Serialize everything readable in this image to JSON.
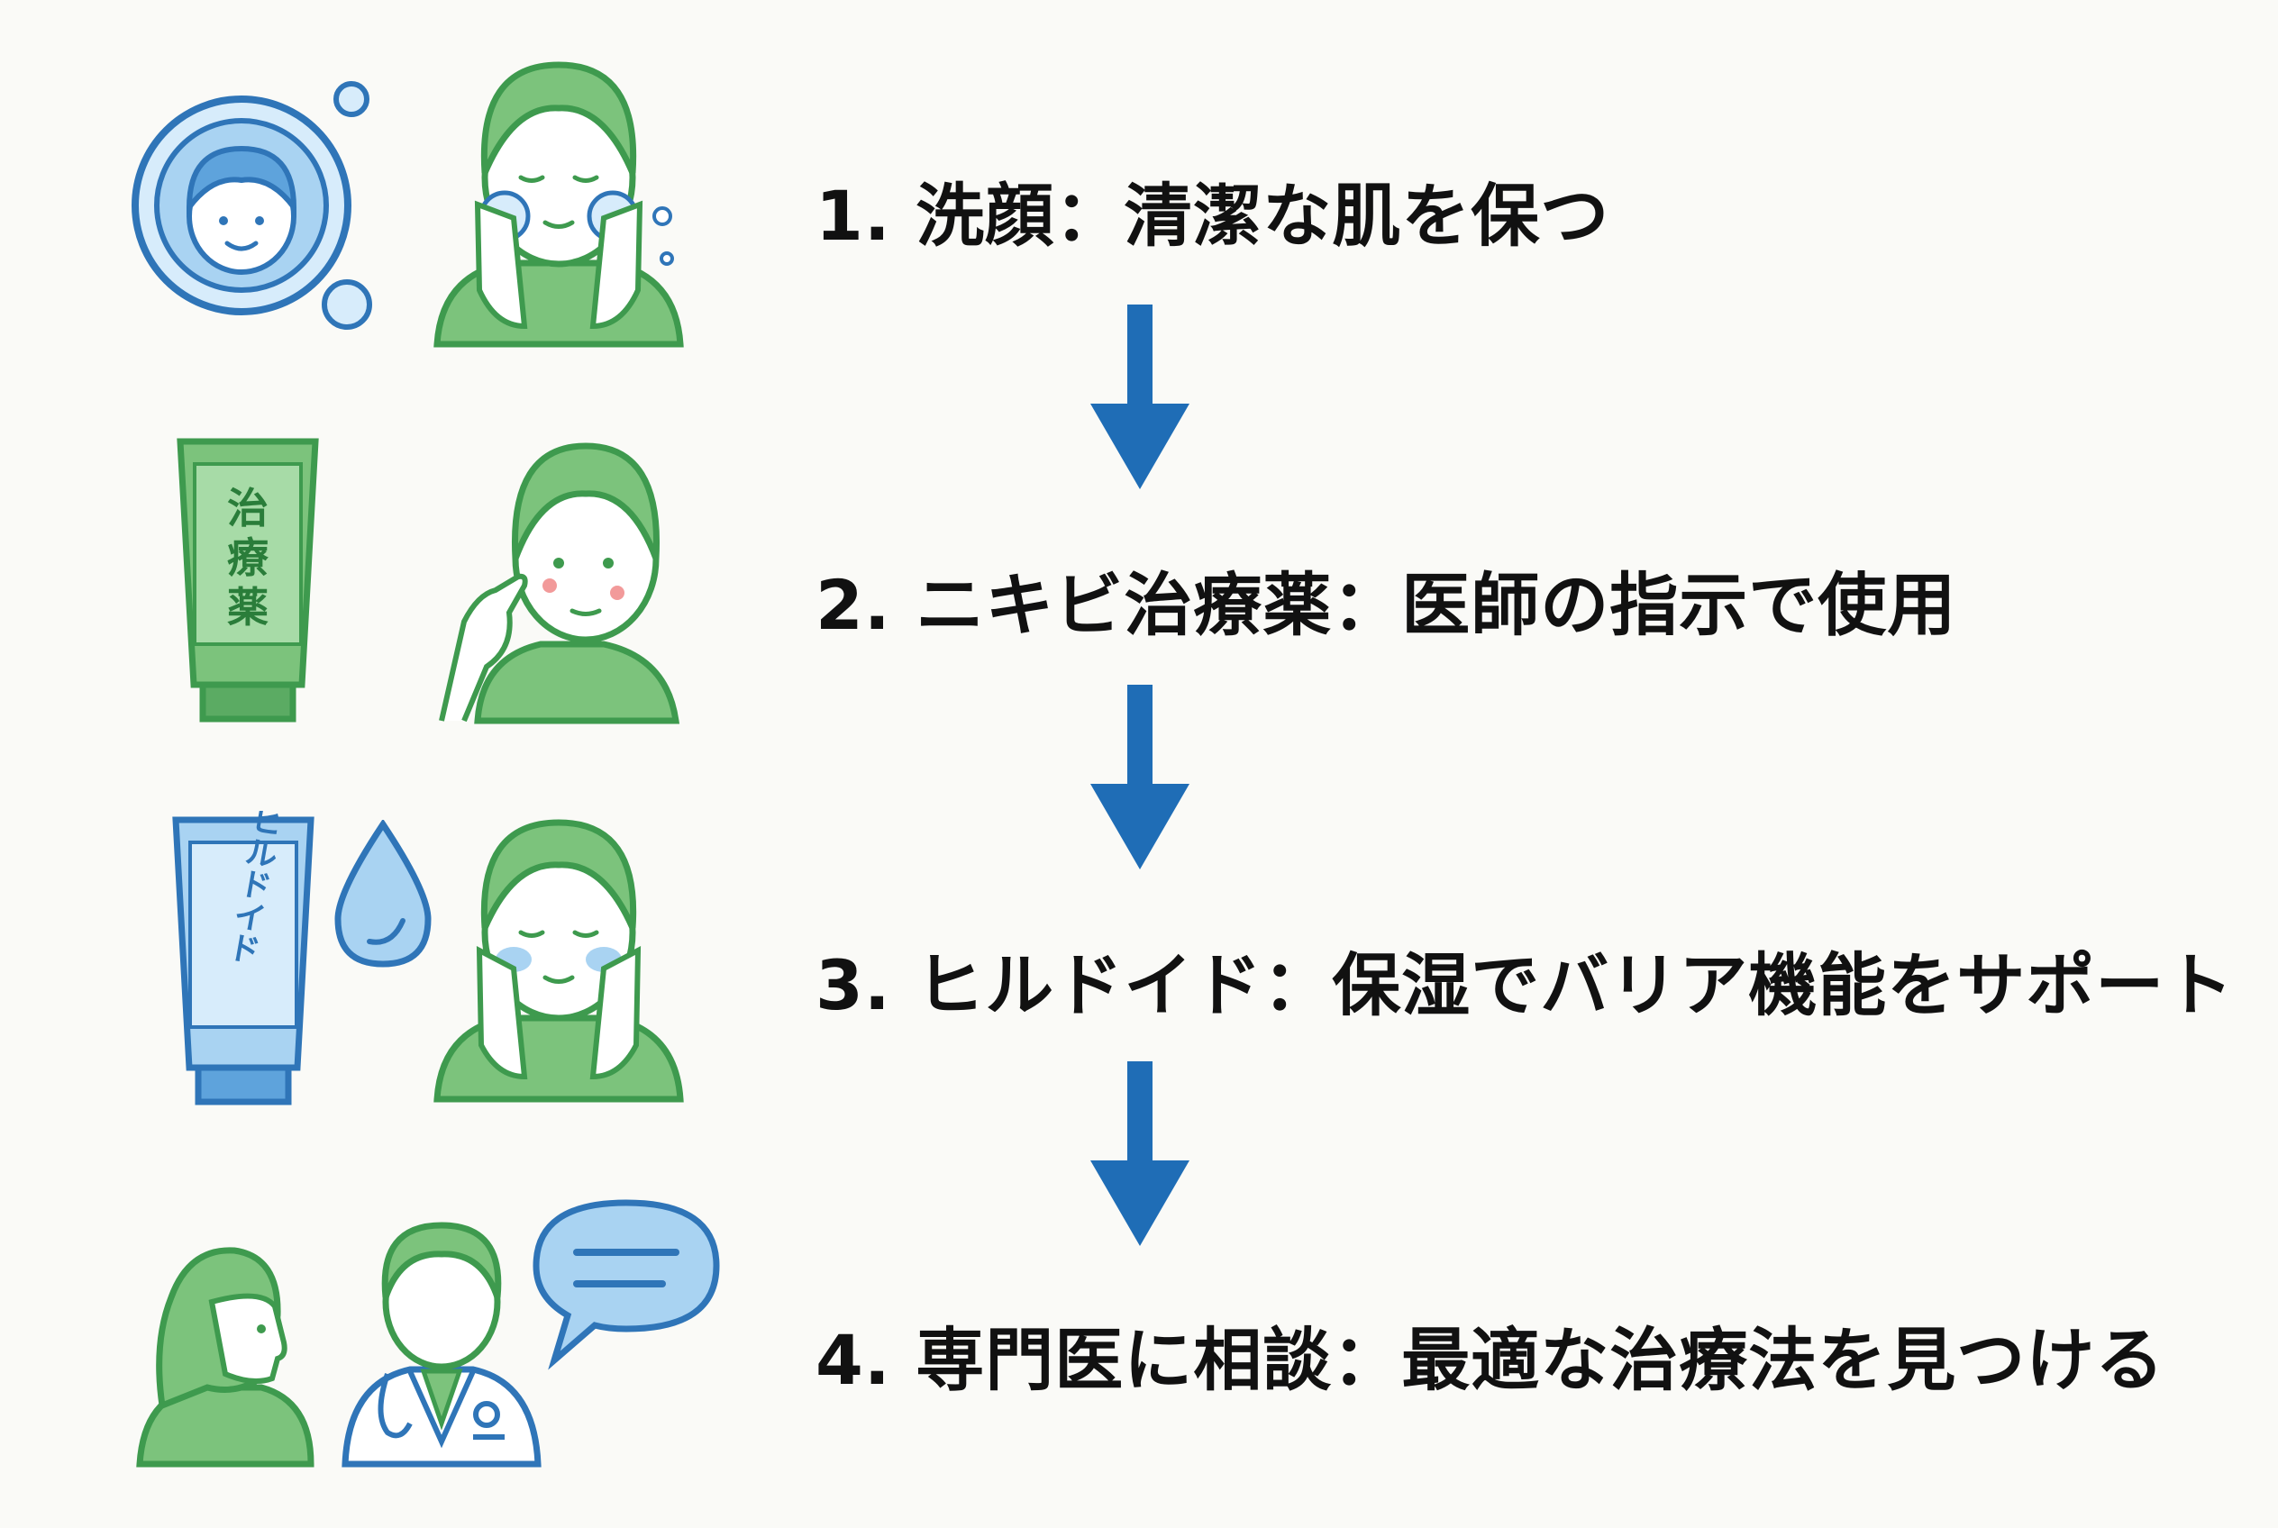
{
  "colors": {
    "green_fill": "#7cc37c",
    "green_stroke": "#3e9a4e",
    "blue_stroke": "#2f75b8",
    "blue_fill": "#a9d3f2",
    "skin": "#ffffff",
    "arrow": "#1f6db6",
    "text": "#111111",
    "background": "#fafaf7"
  },
  "steps": [
    {
      "label": "1. 洗顔：清潔な肌を保つ",
      "icons": [
        "face-in-bubble-icon",
        "face-washing-icon"
      ]
    },
    {
      "label": "2. ニキビ治療薬：医師の指示で使用",
      "icons": [
        "acne-medicine-tube-icon",
        "person-applying-cream-icon"
      ]
    },
    {
      "label": "3. ヒルドイド：保湿でバリア機能をサポート",
      "icons": [
        "hirudoid-tube-icon",
        "water-drop-icon",
        "person-moisturizing-icon"
      ]
    },
    {
      "label": "4. 専門医に相談：最適な治療法を見つける",
      "icons": [
        "patient-icon",
        "doctor-icon",
        "speech-bubble-icon"
      ]
    }
  ],
  "tube_labels": {
    "treatment": [
      "治",
      "療",
      "薬"
    ],
    "hirudoid": "ヒルドイド"
  },
  "arrows": [
    "down-arrow",
    "down-arrow",
    "down-arrow"
  ]
}
